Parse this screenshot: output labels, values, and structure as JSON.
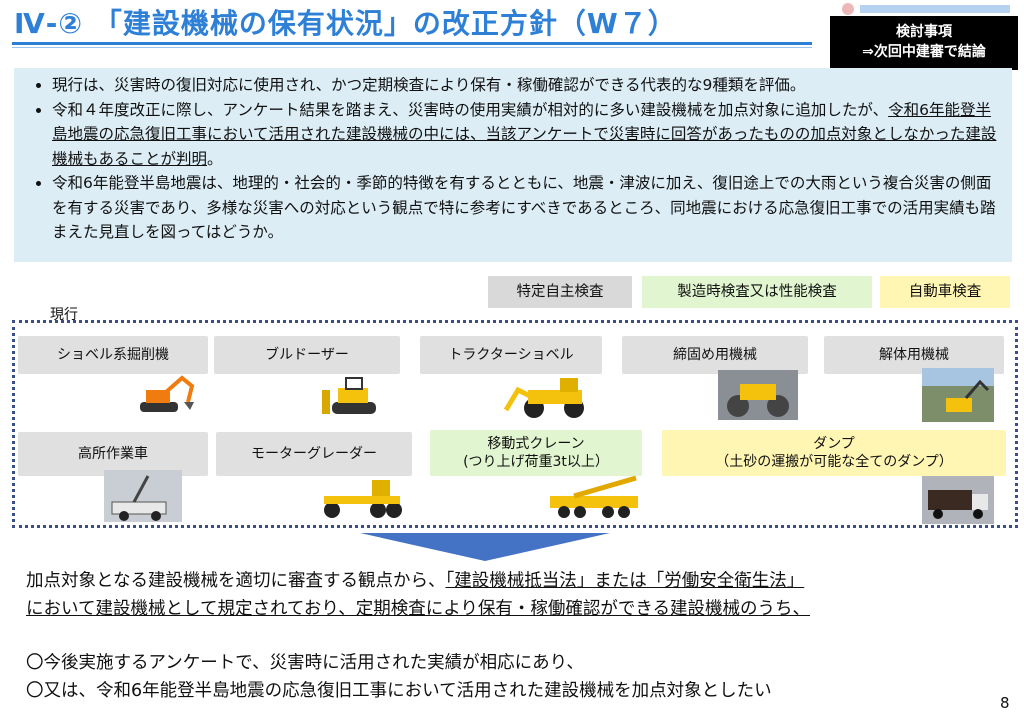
{
  "header": {
    "title": "Ⅳ-② 「建設機械の保有状況」の改正方針（W７）",
    "badge_line1": "検討事項",
    "badge_line2": "⇒次回中建審で結論"
  },
  "summary": {
    "b1": "現行は、災害時の復旧対応に使用され、かつ定期検査により保有・稼働確認ができる代表的な9種類を評価。",
    "b2_pre": "令和４年度改正に際し、アンケート結果を踏まえ、災害時の使用実績が相対的に多い建設機械を加点対象に追加したが、",
    "b2_u": "令和6年能登半島地震の応急復旧工事において活用された建設機械の中には、当該アンケートで災害時に回答があったものの加点対象としなかった建設機械もあることが判明",
    "b2_post": "。",
    "b3": "令和6年能登半島地震は、地理的・社会的・季節的特徴を有するとともに、地震・津波に加え、復旧途上での大雨という複合災害の側面を有する災害であり、多様な災害への対応という観点で特に参考にすべきであるところ、同地震における応急復旧工事での活用実績も踏まえた見直しを図ってはどうか。"
  },
  "legend": {
    "specific": "特定自主検査",
    "manufacture": "製造時検査又は性能検査",
    "vehicle": "自動車検査"
  },
  "current_label": "現行",
  "machines": {
    "excavator": "ショベル系掘削機",
    "bulldozer": "ブルドーザー",
    "tractor_shovel": "トラクターショベル",
    "compactor": "締固め用機械",
    "demolition": "解体用機械",
    "aerial": "高所作業車",
    "grader": "モーターグレーダー",
    "crane_l1": "移動式クレーン",
    "crane_l2": "(つり上げ荷重3t以上）",
    "dump_l1": "ダンプ",
    "dump_l2": "（土砂の運搬が可能な全てのダンプ）"
  },
  "conclusion": {
    "l1_pre": "加点対象となる建設機械を適切に審査する観点から、",
    "l1_u": "「建設機械抵当法」または「労働安全衛生法」",
    "l2_u": "において建設機械として規定されており、定期検査により保有・稼働確認ができる建設機械のうち、",
    "c1": "〇今後実施するアンケートで、災害時に活用された実績が相応にあり、",
    "c2": "〇又は、令和6年能登半島地震の応急復旧工事において活用された建設機械を加点対象としたい"
  },
  "page_number": "8",
  "colors": {
    "title": "#2e7fd6",
    "summary_bg": "#dcedf5",
    "arrow": "#4472c4"
  }
}
